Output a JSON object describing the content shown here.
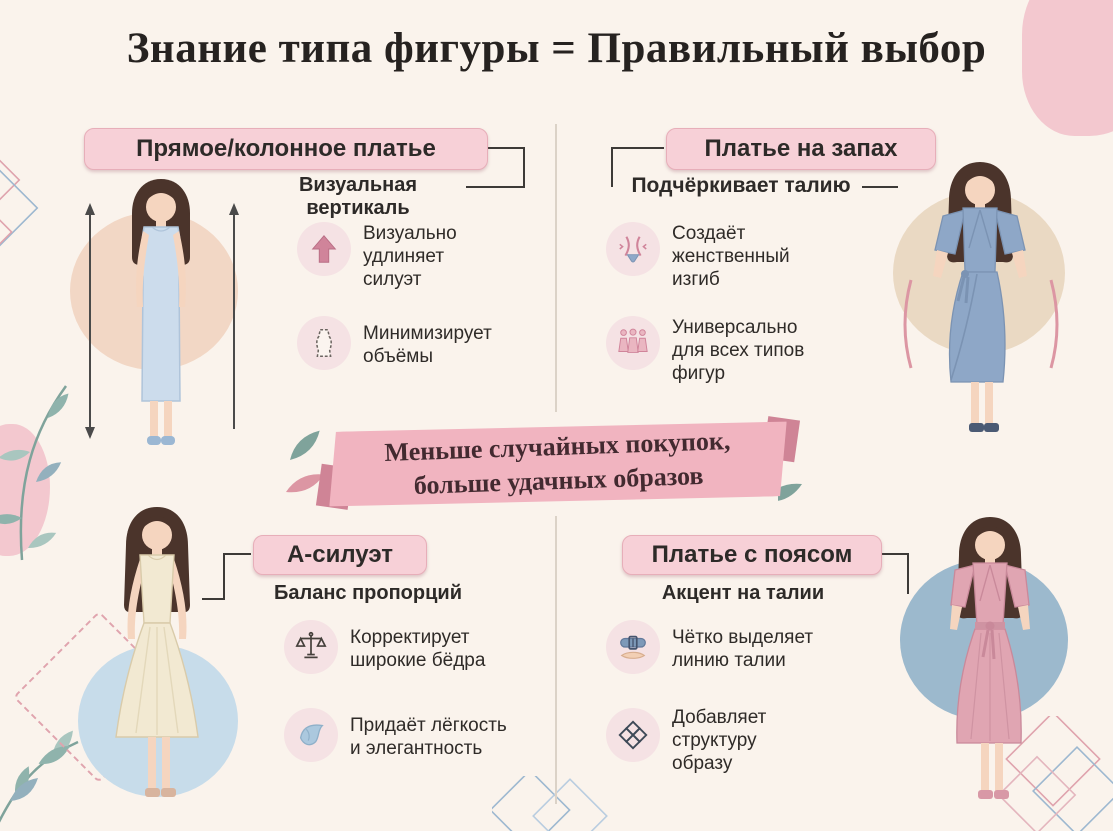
{
  "title": "Знание типа фигуры = Правильный выбор",
  "banner": {
    "line1": "Меньше случайных покупок,",
    "line2": "больше удачных образов"
  },
  "quadrants": {
    "top_left": {
      "header": "Прямое/колонное платье",
      "subtitle": "Визуальная вертикаль",
      "bullets": [
        {
          "icon": "arrow-up-icon",
          "text": "Визуально удлиняет силуэт"
        },
        {
          "icon": "dress-outline-icon",
          "text": "Минимизирует объёмы"
        }
      ]
    },
    "top_right": {
      "header": "Платье на запах",
      "subtitle": "Подчёркивает талию",
      "bullets": [
        {
          "icon": "waist-icon",
          "text": "Создаёт женственный изгиб"
        },
        {
          "icon": "body-types-icon",
          "text": "Универсально для всех типов фигур"
        }
      ]
    },
    "bottom_left": {
      "header": "А-силуэт",
      "subtitle": "Баланс пропорций",
      "bullets": [
        {
          "icon": "scales-icon",
          "text": "Корректирует широкие бёдра"
        },
        {
          "icon": "fabric-icon",
          "text": "Придаёт лёгкость и элегантность"
        }
      ]
    },
    "bottom_right": {
      "header": "Платье с поясом",
      "subtitle": "Акцент на талии",
      "bullets": [
        {
          "icon": "belt-icon",
          "text": "Чётко выделяет линию талии"
        },
        {
          "icon": "knot-icon",
          "text": "Добавляет структуру образу"
        }
      ]
    }
  },
  "colors": {
    "background": "#faf3ec",
    "pill_bg": "#f7d0d7",
    "banner_bg": "#f1b4c0",
    "accent_pink": "#d0849a",
    "dress_blue_light": "#ccdcec",
    "dress_blue_wrap": "#8ea7c7",
    "dress_cream": "#f2e9d2",
    "dress_pink": "#e0a5b2",
    "text_dark": "#2d2a28"
  }
}
